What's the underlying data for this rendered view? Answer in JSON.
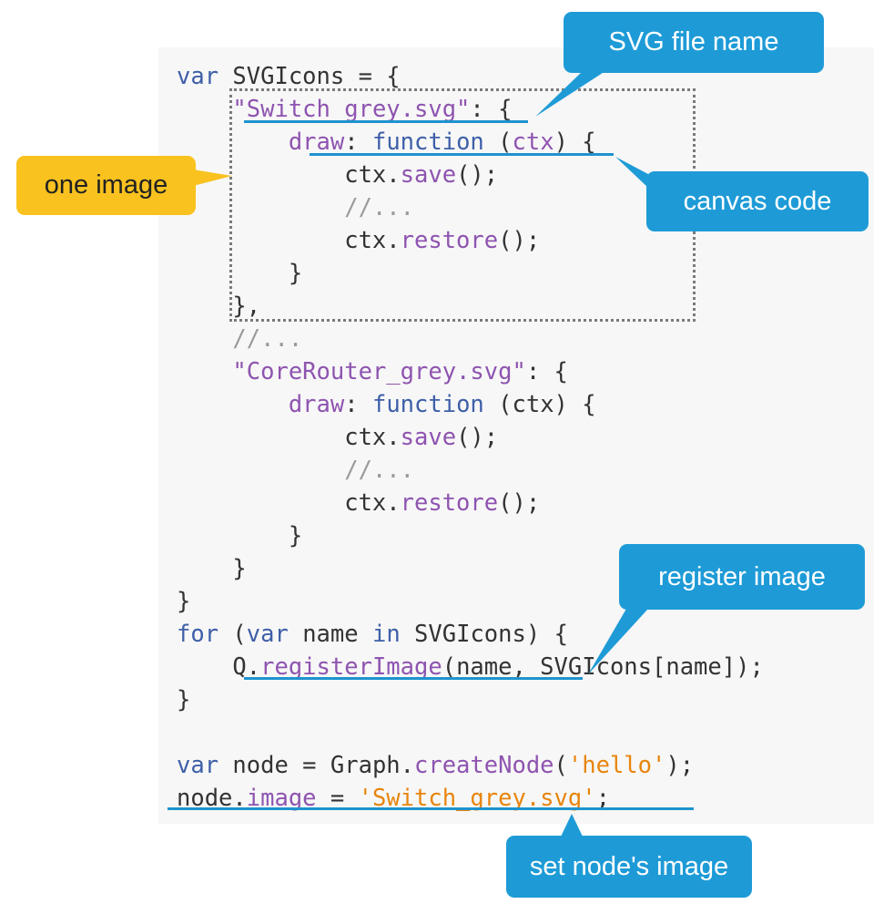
{
  "code_lines": [
    [
      {
        "t": "var",
        "c": "kw"
      },
      {
        "t": " SVGIcons = {",
        "c": "plain"
      }
    ],
    [
      {
        "t": "    ",
        "c": "plain"
      },
      {
        "t": "\"Switch_grey.svg\"",
        "c": "str-purple"
      },
      {
        "t": ": {",
        "c": "plain"
      }
    ],
    [
      {
        "t": "        ",
        "c": "plain"
      },
      {
        "t": "draw",
        "c": "fn"
      },
      {
        "t": ": ",
        "c": "plain"
      },
      {
        "t": "function",
        "c": "kw"
      },
      {
        "t": " (",
        "c": "plain"
      },
      {
        "t": "ctx",
        "c": "fn"
      },
      {
        "t": ") {",
        "c": "plain"
      }
    ],
    [
      {
        "t": "            ctx.",
        "c": "plain"
      },
      {
        "t": "save",
        "c": "fn"
      },
      {
        "t": "();",
        "c": "plain"
      }
    ],
    [
      {
        "t": "            ",
        "c": "plain"
      },
      {
        "t": "//...",
        "c": "cmt"
      }
    ],
    [
      {
        "t": "            ctx.",
        "c": "plain"
      },
      {
        "t": "restore",
        "c": "fn"
      },
      {
        "t": "();",
        "c": "plain"
      }
    ],
    [
      {
        "t": "        }",
        "c": "plain"
      }
    ],
    [
      {
        "t": "    },",
        "c": "plain"
      }
    ],
    [
      {
        "t": "    ",
        "c": "plain"
      },
      {
        "t": "//...",
        "c": "cmt"
      }
    ],
    [
      {
        "t": "    ",
        "c": "plain"
      },
      {
        "t": "\"CoreRouter_grey.svg\"",
        "c": "str-purple"
      },
      {
        "t": ": {",
        "c": "plain"
      }
    ],
    [
      {
        "t": "        ",
        "c": "plain"
      },
      {
        "t": "draw",
        "c": "fn"
      },
      {
        "t": ": ",
        "c": "plain"
      },
      {
        "t": "function",
        "c": "kw"
      },
      {
        "t": " (ctx) {",
        "c": "plain"
      }
    ],
    [
      {
        "t": "            ctx.",
        "c": "plain"
      },
      {
        "t": "save",
        "c": "fn"
      },
      {
        "t": "();",
        "c": "plain"
      }
    ],
    [
      {
        "t": "            ",
        "c": "plain"
      },
      {
        "t": "//...",
        "c": "cmt"
      }
    ],
    [
      {
        "t": "            ctx.",
        "c": "plain"
      },
      {
        "t": "restore",
        "c": "fn"
      },
      {
        "t": "();",
        "c": "plain"
      }
    ],
    [
      {
        "t": "        }",
        "c": "plain"
      }
    ],
    [
      {
        "t": "    }",
        "c": "plain"
      }
    ],
    [
      {
        "t": "}",
        "c": "plain"
      }
    ],
    [
      {
        "t": "for",
        "c": "kw"
      },
      {
        "t": " (",
        "c": "plain"
      },
      {
        "t": "var",
        "c": "kw"
      },
      {
        "t": " name ",
        "c": "plain"
      },
      {
        "t": "in",
        "c": "kw"
      },
      {
        "t": " SVGIcons) {",
        "c": "plain"
      }
    ],
    [
      {
        "t": "    Q.",
        "c": "plain"
      },
      {
        "t": "registerImage",
        "c": "fn"
      },
      {
        "t": "(name, SVGIcons[name]);",
        "c": "plain"
      }
    ],
    [
      {
        "t": "}",
        "c": "plain"
      }
    ],
    [
      {
        "t": "",
        "c": "plain"
      }
    ],
    [
      {
        "t": "var",
        "c": "kw"
      },
      {
        "t": " node = Graph.",
        "c": "plain"
      },
      {
        "t": "createNode",
        "c": "fn"
      },
      {
        "t": "(",
        "c": "plain"
      },
      {
        "t": "'hello'",
        "c": "str-orange"
      },
      {
        "t": ");",
        "c": "plain"
      }
    ],
    [
      {
        "t": "node.",
        "c": "plain"
      },
      {
        "t": "image",
        "c": "fn"
      },
      {
        "t": " = ",
        "c": "plain"
      },
      {
        "t": "'Switch_grey.svg'",
        "c": "str-orange"
      },
      {
        "t": ";",
        "c": "plain"
      }
    ]
  ],
  "callouts": {
    "svg_file_name": "SVG file name",
    "one_image": "one image",
    "canvas_code": "canvas code",
    "register_image": "register image",
    "set_node_image": "set node's image"
  },
  "colors": {
    "callout_blue": "#1e9bd7",
    "callout_yellow": "#f9c21f",
    "underline_blue": "#1e93cf",
    "code_bg": "#f7f7f7"
  }
}
